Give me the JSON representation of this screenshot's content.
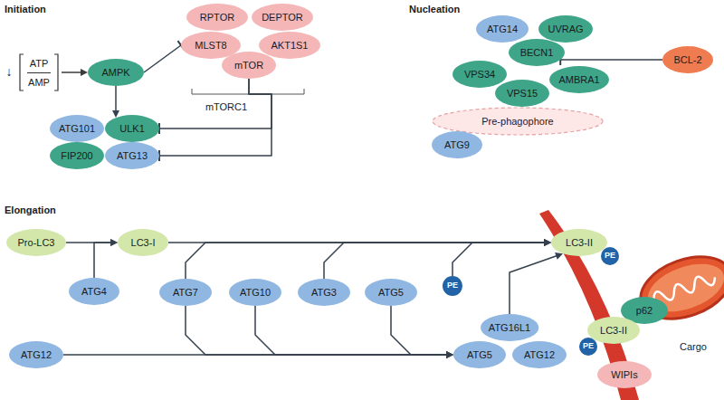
{
  "diagram": {
    "nodes": [
      {
        "text": [
          "AMPK"
        ]
      },
      {
        "text": [
          "RPTOR"
        ]
      },
      {
        "text": [
          "DEPTOR"
        ]
      },
      {
        "text": [
          "MLST8"
        ]
      },
      {
        "text": [
          "AKT1S1"
        ]
      },
      {
        "text": [
          "mTOR"
        ]
      },
      {
        "text": [
          "ATG101"
        ]
      },
      {
        "text": [
          "ULK1"
        ]
      },
      {
        "text": [
          "FIP200"
        ]
      },
      {
        "text": [
          "ATG13"
        ]
      },
      {
        "text": [
          "ATG14"
        ]
      },
      {
        "text": [
          "UVRAG"
        ]
      },
      {
        "text": [
          "BECN1"
        ]
      },
      {
        "text": [
          "VPS34"
        ]
      },
      {
        "text": [
          "AMBRA1"
        ]
      },
      {
        "text": [
          "VPS15"
        ]
      },
      {
        "text": [
          "Pre-phagophore"
        ]
      },
      {
        "text": [
          "BCL-2"
        ]
      },
      {
        "text": [
          "ATG9"
        ]
      },
      {
        "text": [
          "Pro-LC3"
        ]
      },
      {
        "text": [
          "LC3-I"
        ]
      },
      {
        "text": [
          "ATG4"
        ]
      },
      {
        "text": [
          "ATG7"
        ]
      },
      {
        "text": [
          "ATG10"
        ]
      },
      {
        "text": [
          "ATG3"
        ]
      },
      {
        "text": [
          "ATG5"
        ]
      },
      {
        "text": [
          "PE"
        ]
      },
      {
        "text": [
          "LC3-II"
        ]
      },
      {
        "text": [
          "PE"
        ]
      },
      {
        "text": [
          "ATG16L1"
        ]
      },
      {
        "text": [
          "ATG5"
        ]
      },
      {
        "text": [
          "ATG12"
        ]
      },
      {
        "text": [
          "ATG12"
        ]
      },
      {
        "text": [
          "p62"
        ]
      },
      {
        "text": [
          "LC3-II"
        ]
      },
      {
        "text": [
          "PE"
        ]
      },
      {
        "text": [
          "WIPIs"
        ]
      }
    ],
    "edges": [
      {
        "from": 0,
        "to": 3,
        "arrow": "to"
      },
      {
        "from": 0,
        "to": 7,
        "arrow": "to"
      },
      {
        "from": 5,
        "to": 7,
        "arrow": "to"
      },
      {
        "from": 5,
        "to": 9,
        "arrow": "to"
      },
      {
        "from": 17,
        "to": 12,
        "arrow": "to"
      },
      {
        "from": 19,
        "to": 20,
        "arrow": "to"
      },
      {
        "from": 21,
        "to": 20,
        "arrow": "to"
      },
      {
        "from": 20,
        "to": 27,
        "arrow": "to"
      },
      {
        "from": 22,
        "to": 27,
        "arrow": "to"
      },
      {
        "from": 24,
        "to": 27,
        "arrow": "to"
      },
      {
        "from": 26,
        "to": 27,
        "arrow": "to"
      },
      {
        "from": 32,
        "to": 30,
        "arrow": "to"
      },
      {
        "from": 22,
        "to": 30,
        "arrow": "to"
      },
      {
        "from": 23,
        "to": 30,
        "arrow": "to"
      },
      {
        "from": 25,
        "to": 30,
        "arrow": "to"
      },
      {
        "from": 29,
        "to": 27,
        "arrow": "to"
      }
    ],
    "labels": [
      "Initiation",
      "↓",
      "ATP",
      "AMP",
      "mTORC1",
      "Nucleation",
      "Elongation",
      "Cargo"
    ]
  }
}
